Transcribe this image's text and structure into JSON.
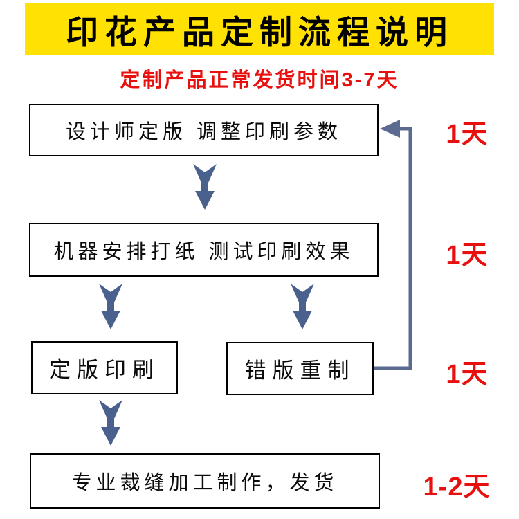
{
  "header": {
    "title": "印花产品定制流程说明",
    "subtitle": "定制产品正常发货时间3-7天"
  },
  "flow": {
    "step_design": {
      "label": "设计师定版 调整印刷参数",
      "duration": "1天"
    },
    "step_test_print": {
      "label": "机器安排打纸 测试印刷效果",
      "duration": "1天"
    },
    "step_final_print": {
      "label": "定版印刷"
    },
    "step_redo": {
      "label": "错版重制",
      "duration": "1天"
    },
    "step_ship": {
      "label": "专业裁缝加工制作，发货",
      "duration": "1-2天"
    }
  },
  "icons": {
    "down_arrow": "down-arrow-icon",
    "feedback_arrow": "feedback-loop-arrow"
  },
  "colors": {
    "banner_bg": "#ffe103",
    "title_text": "#000000",
    "accent_red": "#e8100e",
    "arrow_blue": "#4a608d",
    "connector_blue": "#5b6b90",
    "box_border": "#000000",
    "background": "#ffffff"
  }
}
